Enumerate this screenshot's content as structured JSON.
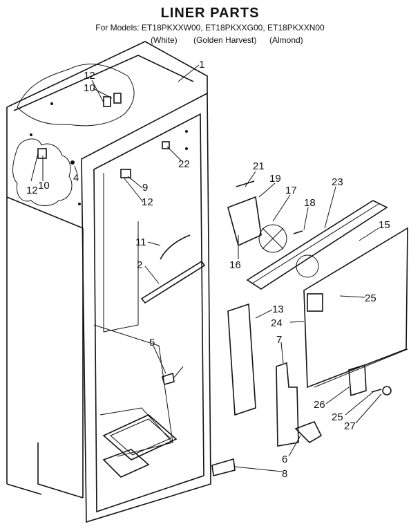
{
  "header": {
    "title": "LINER PARTS",
    "models": "For Models: ET18PKXXW00, ET18PKXXG00, ET18PKXXN00",
    "variants": [
      "(White)",
      "(Golden Harvest)",
      "(Almond)"
    ]
  },
  "callouts": [
    "1",
    "12",
    "10",
    "12",
    "10",
    "4",
    "22",
    "21",
    "19",
    "17",
    "18",
    "23",
    "15",
    "9",
    "12",
    "11",
    "16",
    "2",
    "13",
    "24",
    "25",
    "7",
    "5",
    "26",
    "25",
    "27",
    "6",
    "8"
  ]
}
